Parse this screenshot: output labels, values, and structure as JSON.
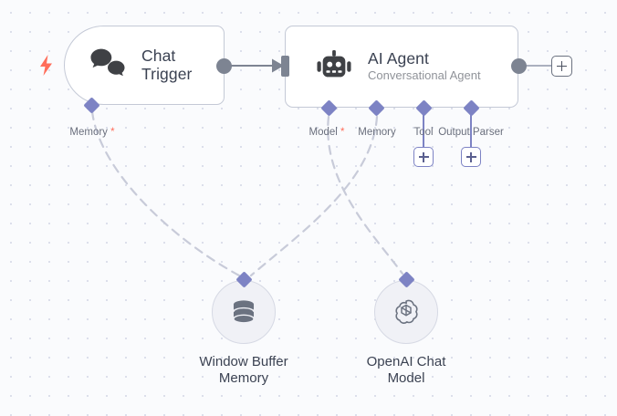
{
  "canvas": {
    "background_color": "#fafbfd",
    "dot_color": "#dcdfeb",
    "grid_spacing": 21
  },
  "palette": {
    "node_border": "#c4c9d6",
    "node_fill": "#ffffff",
    "title_text": "#3b4252",
    "subtitle_text": "#909399",
    "port_gray": "#7d8492",
    "port_purple": "#7d83c4",
    "required_star": "#ff6d5a",
    "trigger_bolt": "#ff6d5a",
    "edge_dashed": "#c8cbd9",
    "edge_solid": "#7d8492",
    "subnode_fill": "#f0f1f6",
    "icon_dark": "#3f4145",
    "icon_gray": "#6b7280"
  },
  "nodes": {
    "chat_trigger": {
      "title": "Chat\nTrigger",
      "title_line1": "Chat",
      "title_line2": "Trigger",
      "icon": "chat-bubbles-icon",
      "is_trigger": true,
      "trigger_icon": "lightning-bolt-icon",
      "output_port": "main-output",
      "sub_ports": [
        {
          "label": "Memory",
          "required": true,
          "name": "memory"
        }
      ]
    },
    "ai_agent": {
      "title": "AI Agent",
      "subtitle": "Conversational Agent",
      "icon": "robot-icon",
      "input_port": "main-input",
      "output_port": "main-output",
      "sub_ports": [
        {
          "label": "Model",
          "required": true,
          "name": "model",
          "has_plus": false
        },
        {
          "label": "Memory",
          "required": false,
          "name": "memory",
          "has_plus": false
        },
        {
          "label": "Tool",
          "required": false,
          "name": "tool",
          "has_plus": true
        },
        {
          "label": "Output Parser",
          "required": false,
          "name": "output-parser",
          "has_plus": true
        }
      ]
    },
    "window_buffer_memory": {
      "label": "Window Buffer\nMemory",
      "icon": "database-icon"
    },
    "openai_chat_model": {
      "label": "OpenAI Chat\nModel",
      "icon": "openai-icon"
    }
  },
  "buttons": {
    "add_node_after_agent": "+",
    "add_tool": "+",
    "add_output_parser": "+"
  },
  "connections": [
    {
      "from": "chat-trigger-output",
      "to": "ai-agent-input",
      "style": "solid"
    },
    {
      "from": "chat-trigger-memory",
      "to": "window-buffer-memory",
      "style": "dashed"
    },
    {
      "from": "ai-agent-model",
      "to": "openai-chat-model",
      "style": "dashed"
    },
    {
      "from": "ai-agent-memory",
      "to": "window-buffer-memory",
      "style": "dashed"
    }
  ]
}
